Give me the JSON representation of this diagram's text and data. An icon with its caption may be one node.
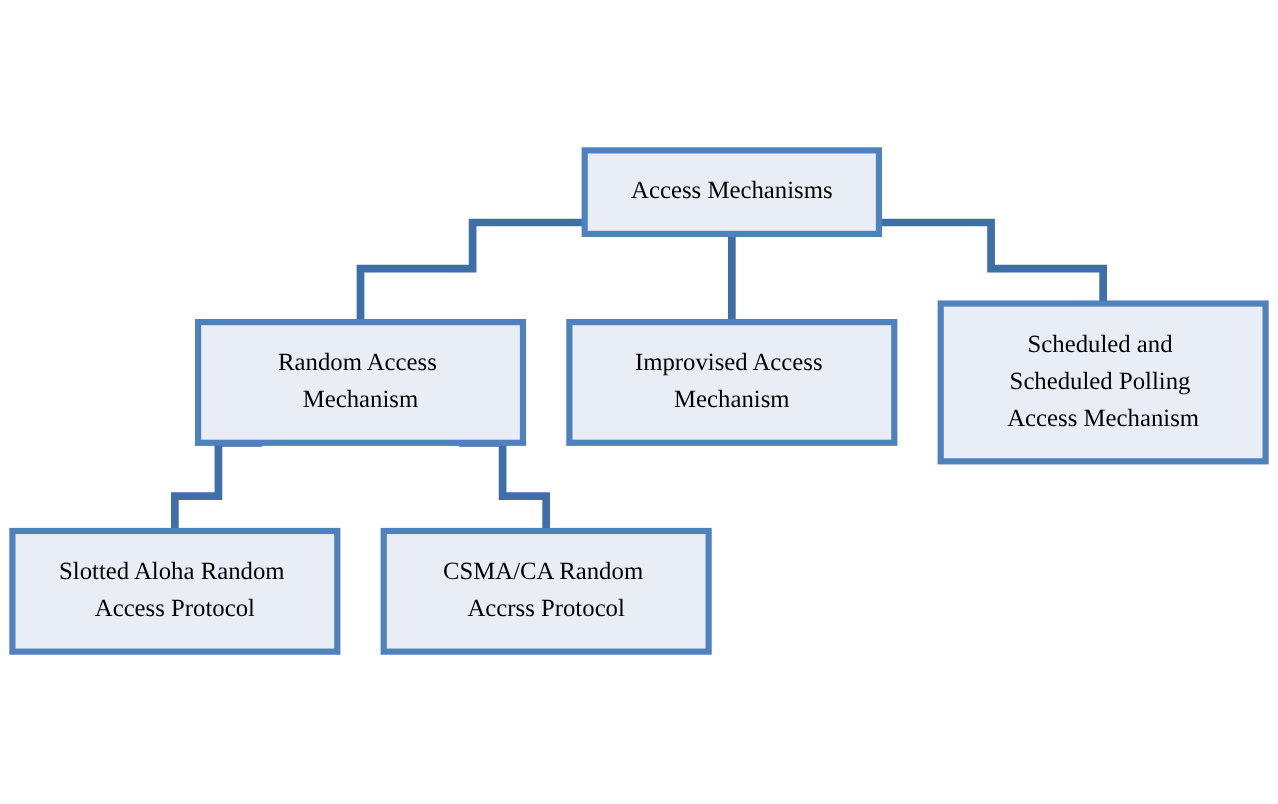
{
  "diagram": {
    "nodes": [
      {
        "text": [
          "Access Mechanisms"
        ]
      },
      {
        "text": [
          "Random Access Mechanism"
        ]
      },
      {
        "text": [
          "Improvised Access Mechanism"
        ]
      },
      {
        "text": [
          "Scheduled and Scheduled Polling Access Mechanism"
        ]
      },
      {
        "text": [
          "Slotted Aloha Random Access Protocol"
        ]
      },
      {
        "text": [
          "CSMA/CA Random Accrss Protocol"
        ]
      }
    ],
    "edges": [
      {
        "from": 0,
        "to": 1,
        "arrow": "none"
      },
      {
        "from": 0,
        "to": 2,
        "arrow": "none"
      },
      {
        "from": 0,
        "to": 3,
        "arrow": "none"
      },
      {
        "from": 1,
        "to": 4,
        "arrow": "none"
      },
      {
        "from": 1,
        "to": 5,
        "arrow": "none"
      }
    ]
  }
}
